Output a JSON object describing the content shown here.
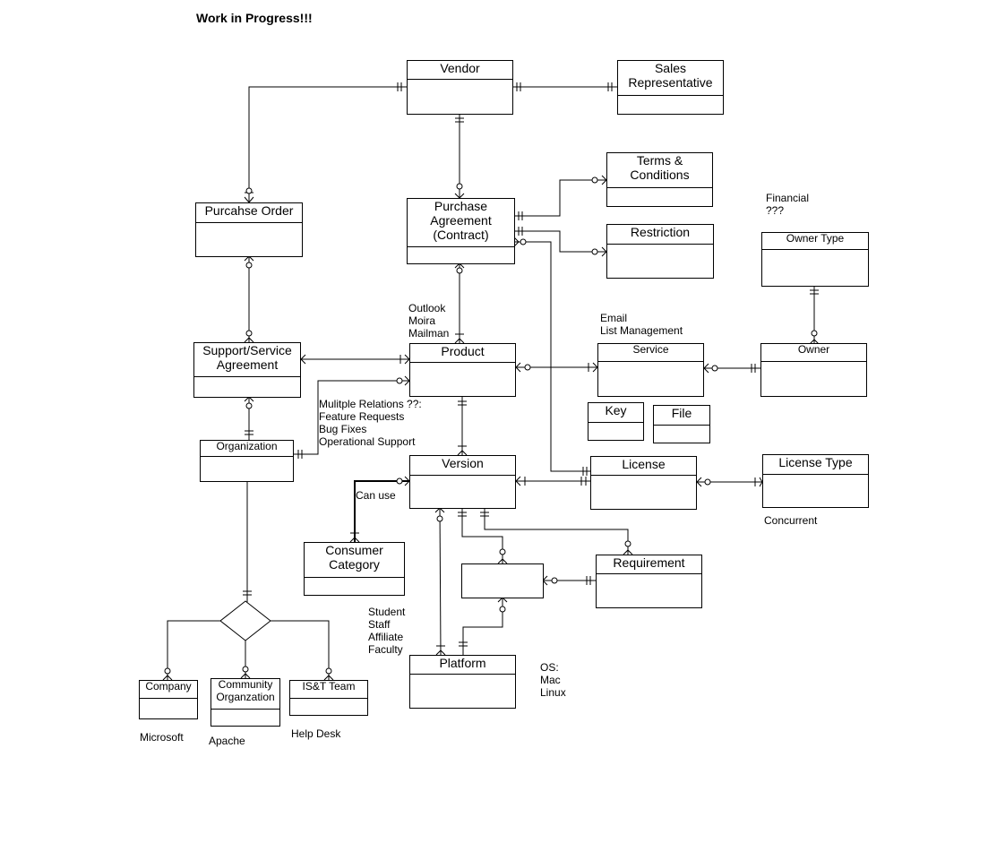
{
  "title": "Work in Progress!!!",
  "entities": {
    "vendor": "Vendor",
    "sales_rep": "Sales\nRepresentative",
    "terms": "Terms &\nConditions",
    "purchase_order": "Purcahse Order",
    "purchase_agreement": "Purchase\nAgreement\n(Contract)",
    "restriction": "Restriction",
    "owner_type": "Owner Type",
    "support_agreement": "Support/Service\nAgreement",
    "product": "Product",
    "service": "Service",
    "owner": "Owner",
    "organization": "Organization",
    "key": "Key",
    "file": "File",
    "version": "Version",
    "license": "License",
    "license_type": "License Type",
    "consumer_category": "Consumer\nCategory",
    "requirement": "Requirement",
    "unnamed": "",
    "platform": "Platform",
    "company": "Company",
    "community_org": "Community\nOrganzation",
    "ist_team": "IS&T Team"
  },
  "notes": {
    "financial": "Financial\n???",
    "email": "Email\nList Management",
    "outlook": "Outlook\nMoira\nMailman",
    "multiple": "Mulitple Relations ??:\nFeature Requests\nBug Fixes\nOperational Support",
    "can_use": "Can use",
    "concurrent": "Concurrent",
    "student": "Student\nStaff\nAffiliate\nFaculty",
    "os": "OS:\nMac\nLinux",
    "microsoft": "Microsoft",
    "apache": "Apache",
    "help_desk": "Help Desk"
  }
}
